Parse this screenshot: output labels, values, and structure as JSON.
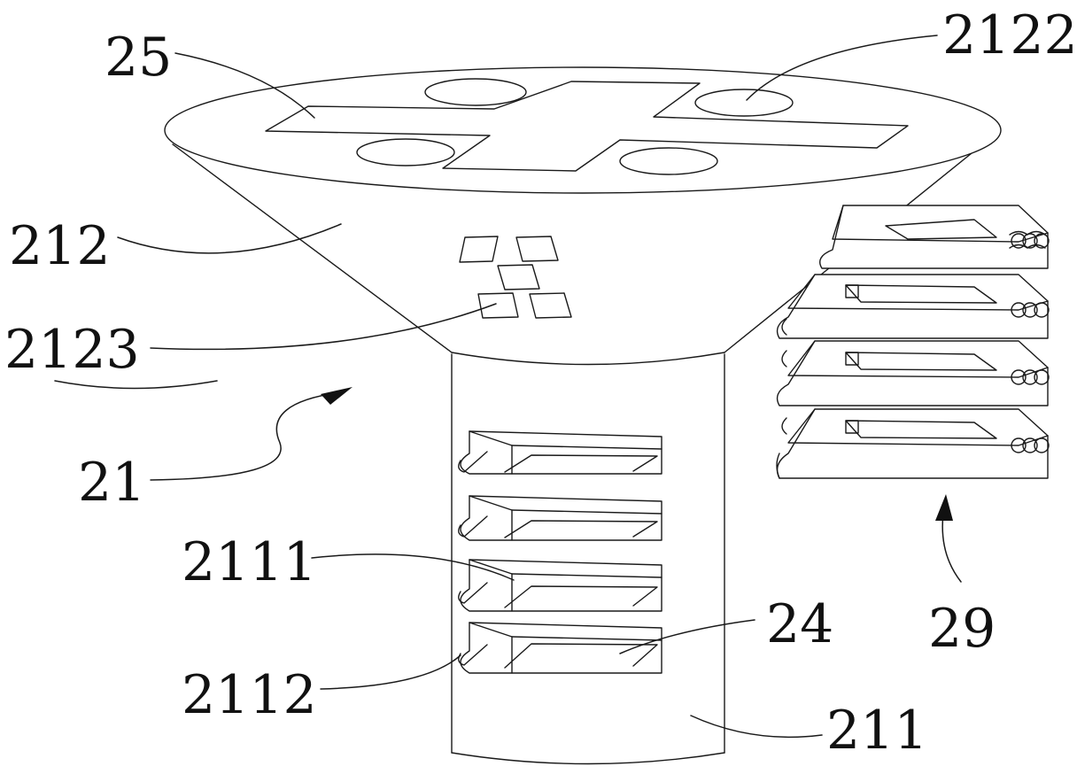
{
  "labels": {
    "l25": "25",
    "l2122": "2122",
    "l212": "212",
    "l2123": "2123",
    "l21": "21",
    "l2111": "2111",
    "l24": "24",
    "l2112": "2112",
    "l211": "211",
    "l29": "29"
  }
}
